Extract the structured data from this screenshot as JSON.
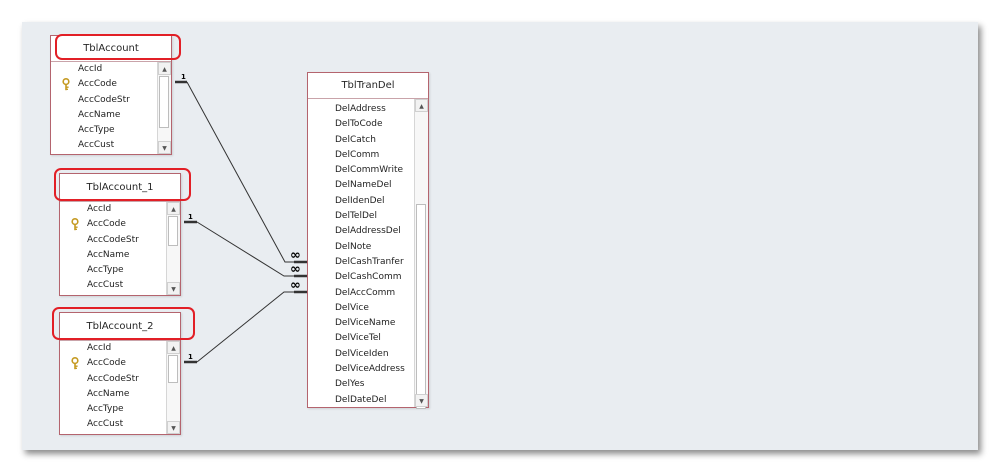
{
  "tables": {
    "acc0": {
      "title": "TblAccount",
      "fields": [
        "AccId",
        "AccCode",
        "AccCodeStr",
        "AccName",
        "AccType",
        "AccCust"
      ],
      "key_field_index": 1
    },
    "acc1": {
      "title": "TblAccount_1",
      "fields": [
        "AccId",
        "AccCode",
        "AccCodeStr",
        "AccName",
        "AccType",
        "AccCust"
      ],
      "key_field_index": 1
    },
    "acc2": {
      "title": "TblAccount_2",
      "fields": [
        "AccId",
        "AccCode",
        "AccCodeStr",
        "AccName",
        "AccType",
        "AccCust"
      ],
      "key_field_index": 1
    },
    "trandel": {
      "title": "TblTranDel",
      "fields": [
        "DelAddress",
        "DelToCode",
        "DelCatch",
        "DelComm",
        "DelCommWrite",
        "DelNameDel",
        "DelIdenDel",
        "DelTelDel",
        "DelAddressDel",
        "DelNote",
        "DelCashTranfer",
        "DelCashComm",
        "DelAccComm",
        "DelVice",
        "DelViceName",
        "DelViceTel",
        "DelViceIden",
        "DelViceAddress",
        "DelYes",
        "DelDateDel"
      ]
    }
  },
  "relationships": {
    "one_label": "1",
    "many_label": "∞"
  },
  "icons": {
    "key": "primary-key-icon",
    "scroll_up": "scroll-up-arrow-icon",
    "scroll_down": "scroll-down-arrow-icon"
  },
  "colors": {
    "canvas": "#e9edf1",
    "table_border": "#b4646e",
    "highlight": "#e21f26",
    "key_icon": "#d9b43c"
  }
}
